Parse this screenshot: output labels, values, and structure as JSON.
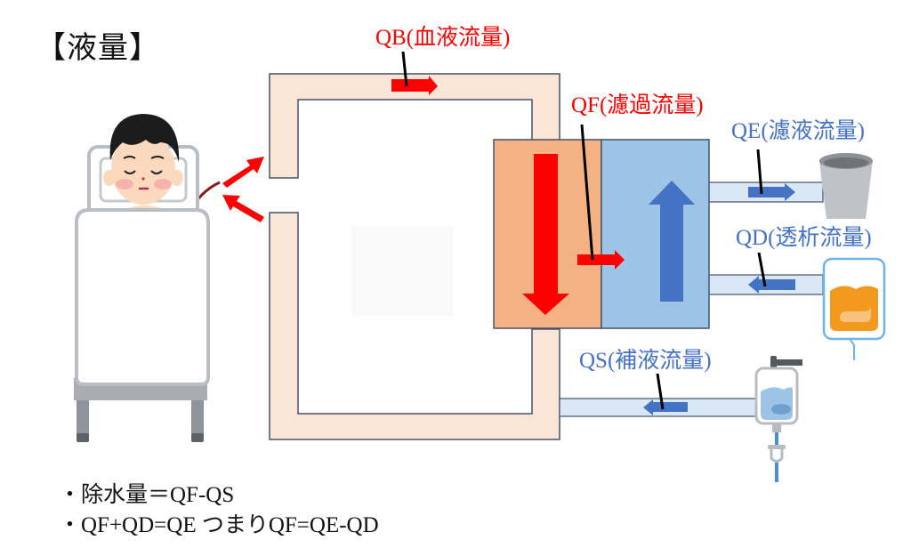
{
  "title": "【液量】",
  "labels": {
    "qb": "QB(血液流量)",
    "qf": "QF(濾過流量)",
    "qe": "QE(濾液流量)",
    "qd": "QD(透析流量)",
    "qs": "QS(補液流量)"
  },
  "notes": [
    "・除水量＝QF-QS",
    "・QF+QD=QE つまりQF=QE-QD"
  ],
  "colors": {
    "blood_circuit_fill": "#fbe5d6",
    "blood_chamber_fill": "#f4b183",
    "dialysate_chamber_fill": "#9dc3e6",
    "dialysate_pipe_fill": "#dae7f6",
    "outline": "#44546a",
    "red_arrow": "#ff0000",
    "blue_arrow": "#4472c4"
  }
}
